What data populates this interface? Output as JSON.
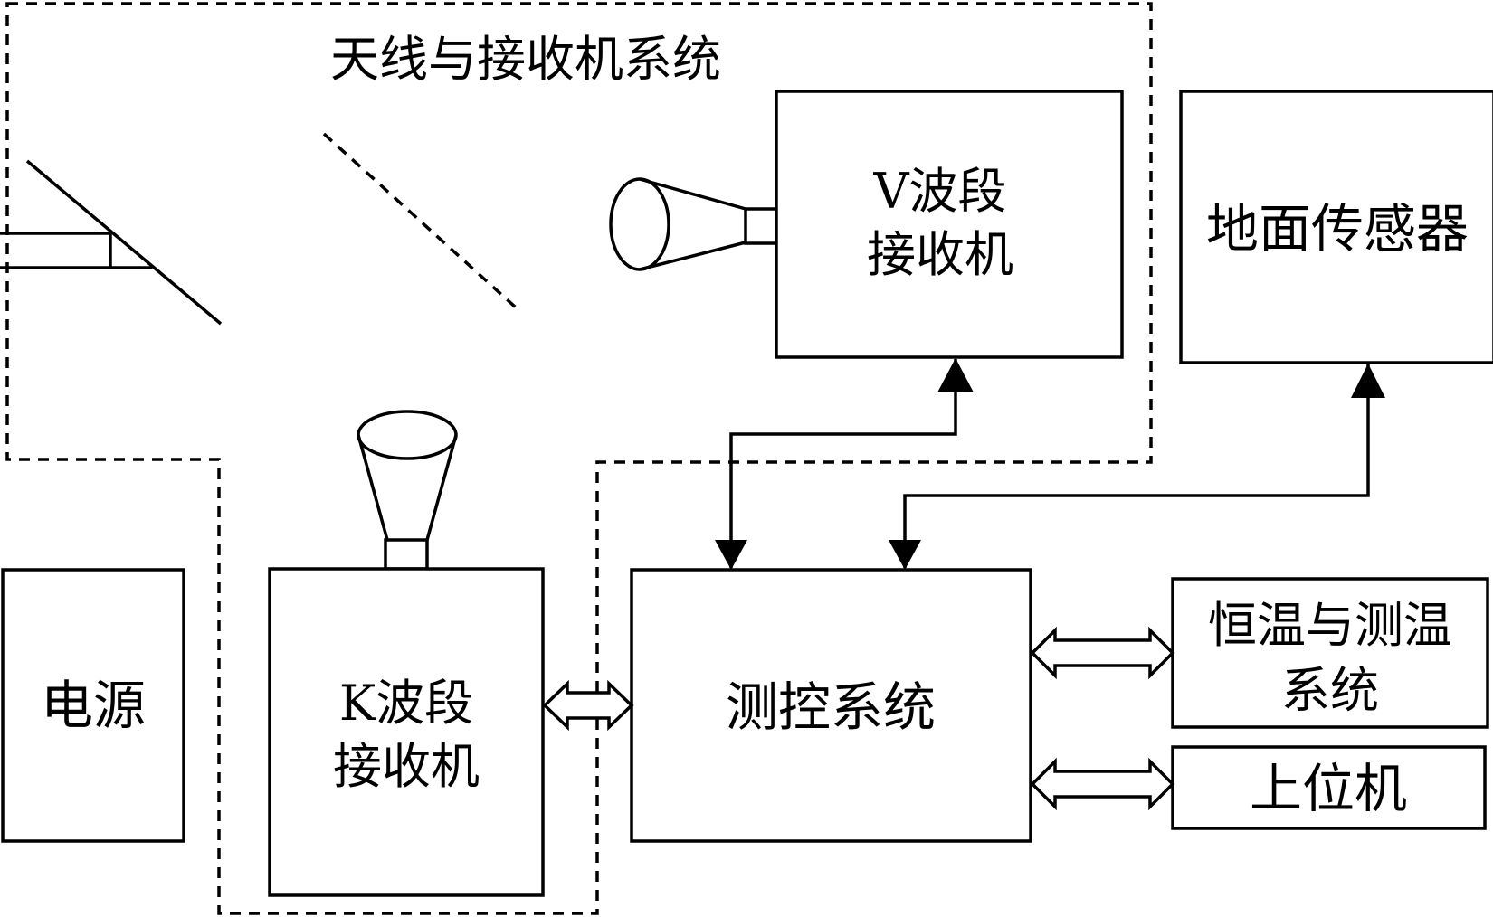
{
  "regions": {
    "antenna_receiver_system": "天线与接收机系统"
  },
  "blocks": {
    "v_band_receiver": [
      "V波段",
      "接收机"
    ],
    "ground_sensor": "地面传感器",
    "power_supply": "电源",
    "k_band_receiver": [
      "K波段",
      "接收机"
    ],
    "measurement_control": "测控系统",
    "temperature_system": [
      "恒温与测温",
      "系统"
    ],
    "host_computer": "上位机"
  }
}
